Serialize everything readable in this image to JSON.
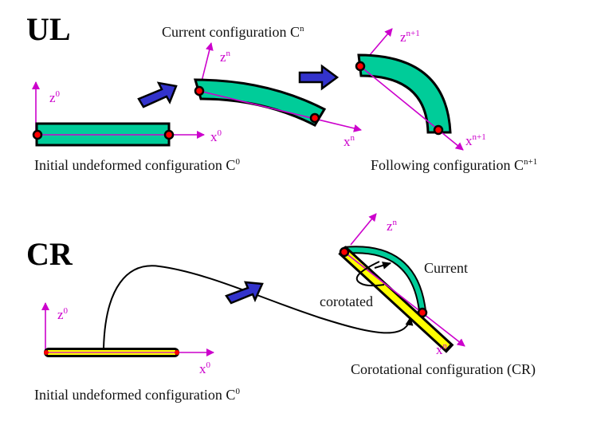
{
  "colors": {
    "beam_fill": "#00cc99",
    "axis": "#cc00cc",
    "node": "#ff0000",
    "arrow_fill": "#3333cc",
    "bar_fill": "#ffff00",
    "outline": "#000000"
  },
  "ul": {
    "heading": "UL",
    "initial": {
      "caption": "Initial undeformed configuration C",
      "caption_sup": "0",
      "z_label": "z",
      "z_sup": "0",
      "x_label": "x",
      "x_sup": "0"
    },
    "current": {
      "caption": "Current configuration C",
      "caption_sup": "n",
      "z_label": "z",
      "z_sup": "n",
      "x_label": "x",
      "x_sup": "n"
    },
    "following": {
      "caption": "Following configuration C",
      "caption_sup": "n+1",
      "z_label": "z",
      "z_sup": "n+1",
      "x_label": "x",
      "x_sup": "n+1"
    }
  },
  "cr": {
    "heading": "CR",
    "initial": {
      "caption": "Initial undeformed configuration C",
      "caption_sup": "0",
      "z_label": "z",
      "z_sup": "0",
      "x_label": "x",
      "x_sup": "0"
    },
    "corotational": {
      "caption": "Corotational configuration (CR)",
      "current_label": "Current",
      "corotated_label": "corotated",
      "z_label": "z",
      "z_sup": "n",
      "x_label": "x",
      "x_sup": "n"
    }
  }
}
